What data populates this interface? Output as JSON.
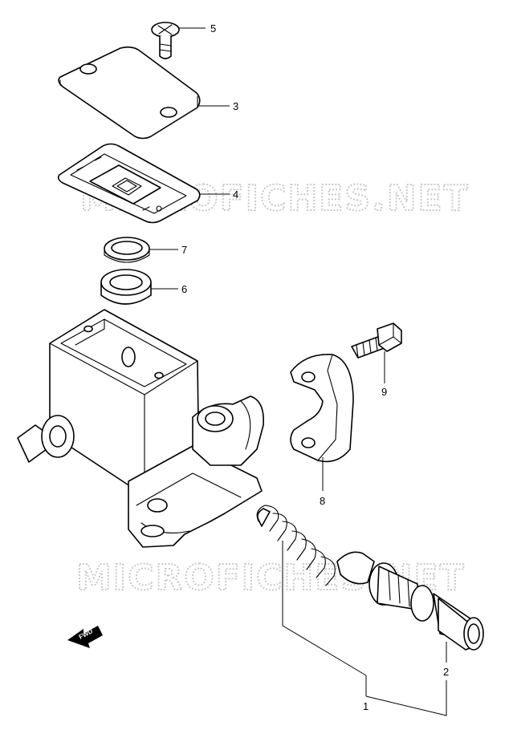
{
  "watermark": {
    "text": "MICROFICHES.NET"
  },
  "fwd_label": "FWD",
  "callouts": {
    "c1": "1",
    "c2": "2",
    "c3": "3",
    "c4": "4",
    "c5": "5",
    "c6": "6",
    "c7": "7",
    "c8": "8",
    "c9": "9"
  }
}
